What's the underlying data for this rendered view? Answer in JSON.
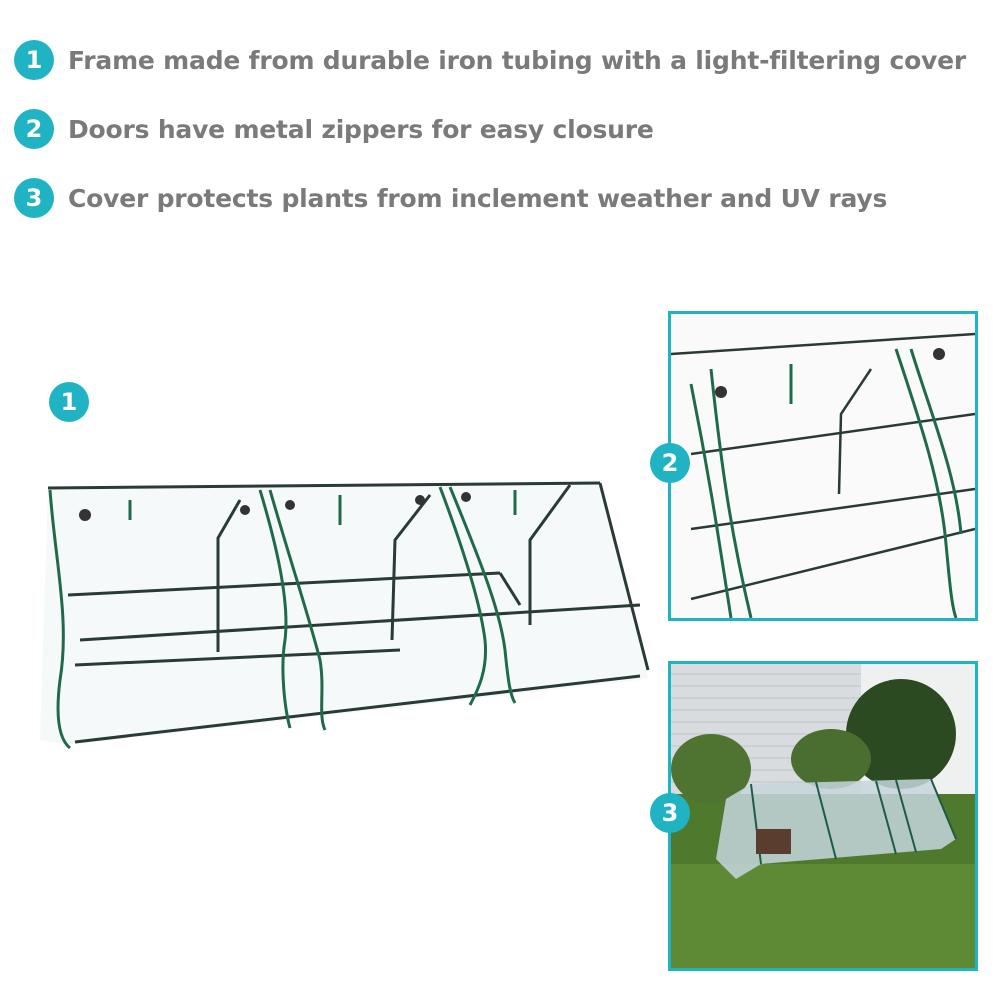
{
  "features": [
    {
      "number": "1",
      "text": "Frame made from durable iron tubing with a light-filtering cover"
    },
    {
      "number": "2",
      "text": "Doors have metal zippers for easy closure"
    },
    {
      "number": "3",
      "text": "Cover protects plants from inclement weather and UV rays"
    }
  ],
  "images": {
    "main": {
      "badge": "1",
      "subject": "three-door clear greenhouse with green-trimmed iron frame"
    },
    "inset_zipper": {
      "badge": "2",
      "subject": "close-up of zippered doors"
    },
    "inset_outdoor": {
      "badge": "3",
      "subject": "greenhouse on lawn beside house with shrubs"
    }
  },
  "colors": {
    "accent": "#1fb3c4",
    "text": "#7a7a7a",
    "frame": "#1f5a45"
  }
}
